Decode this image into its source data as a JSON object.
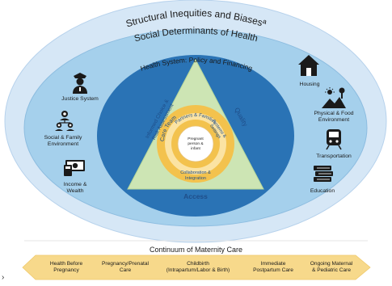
{
  "diagram": {
    "outer_ring": {
      "structural": "Structural Inequities and Biasesª",
      "sdoh": "Social Determinants of Health"
    },
    "health_system": "Health System: Policy and Financing",
    "left_items": [
      {
        "label": "Justice System",
        "icon": "police-officer-icon"
      },
      {
        "label_line1": "Social & Family",
        "label_line2": "Environment",
        "icon": "people-network-icon"
      },
      {
        "label_line1": "Income &",
        "label_line2": "Wealth",
        "icon": "money-icon"
      }
    ],
    "right_items": [
      {
        "label": "Housing",
        "icon": "house-icon"
      },
      {
        "label_line1": "Physical & Food",
        "label_line2": "Environment",
        "icon": "landscape-icon"
      },
      {
        "label": "Transportation",
        "icon": "train-icon"
      },
      {
        "label": "Education",
        "icon": "books-icon"
      }
    ],
    "triangle": {
      "left_side_line1": "Informed Choice &",
      "left_side_line2": "Risk Assessment",
      "right_side": "Quality",
      "bottom": "Access"
    },
    "circles": {
      "care_team": "Care Team",
      "partners": "Partners & Families",
      "systems_line1": "Systems &",
      "systems_line2": "Settings",
      "center_line1": "Pregnant",
      "center_line2": "person &",
      "center_line3": "infant",
      "collab_line1": "Collaboration &",
      "collab_line2": "Integration"
    },
    "colors": {
      "outer": "#d6e7f6",
      "middle": "#9ccbe8",
      "inner": "#1f6cb0",
      "triangle": "#c9e3b3",
      "ring_gold": "#f3c24d",
      "ring_light": "#fbe3a3",
      "text_blue": "#1f4e89",
      "arrow": "#f7d98b"
    }
  },
  "continuum": {
    "title": "Continuum of Maternity Care",
    "stages": [
      {
        "line1": "Health Before",
        "line2": "Pregnancy"
      },
      {
        "line1": "Pregnancy/Prenatal",
        "line2": "Care"
      },
      {
        "line1": "Childbirth",
        "line2": "(Intrapartum/Labor & Birth)"
      },
      {
        "line1": "Immediate",
        "line2": "Postpartum Care"
      },
      {
        "line1": "Ongoing Maternal",
        "line2": "& Pediatric Care"
      }
    ]
  },
  "corner_mark": "›"
}
